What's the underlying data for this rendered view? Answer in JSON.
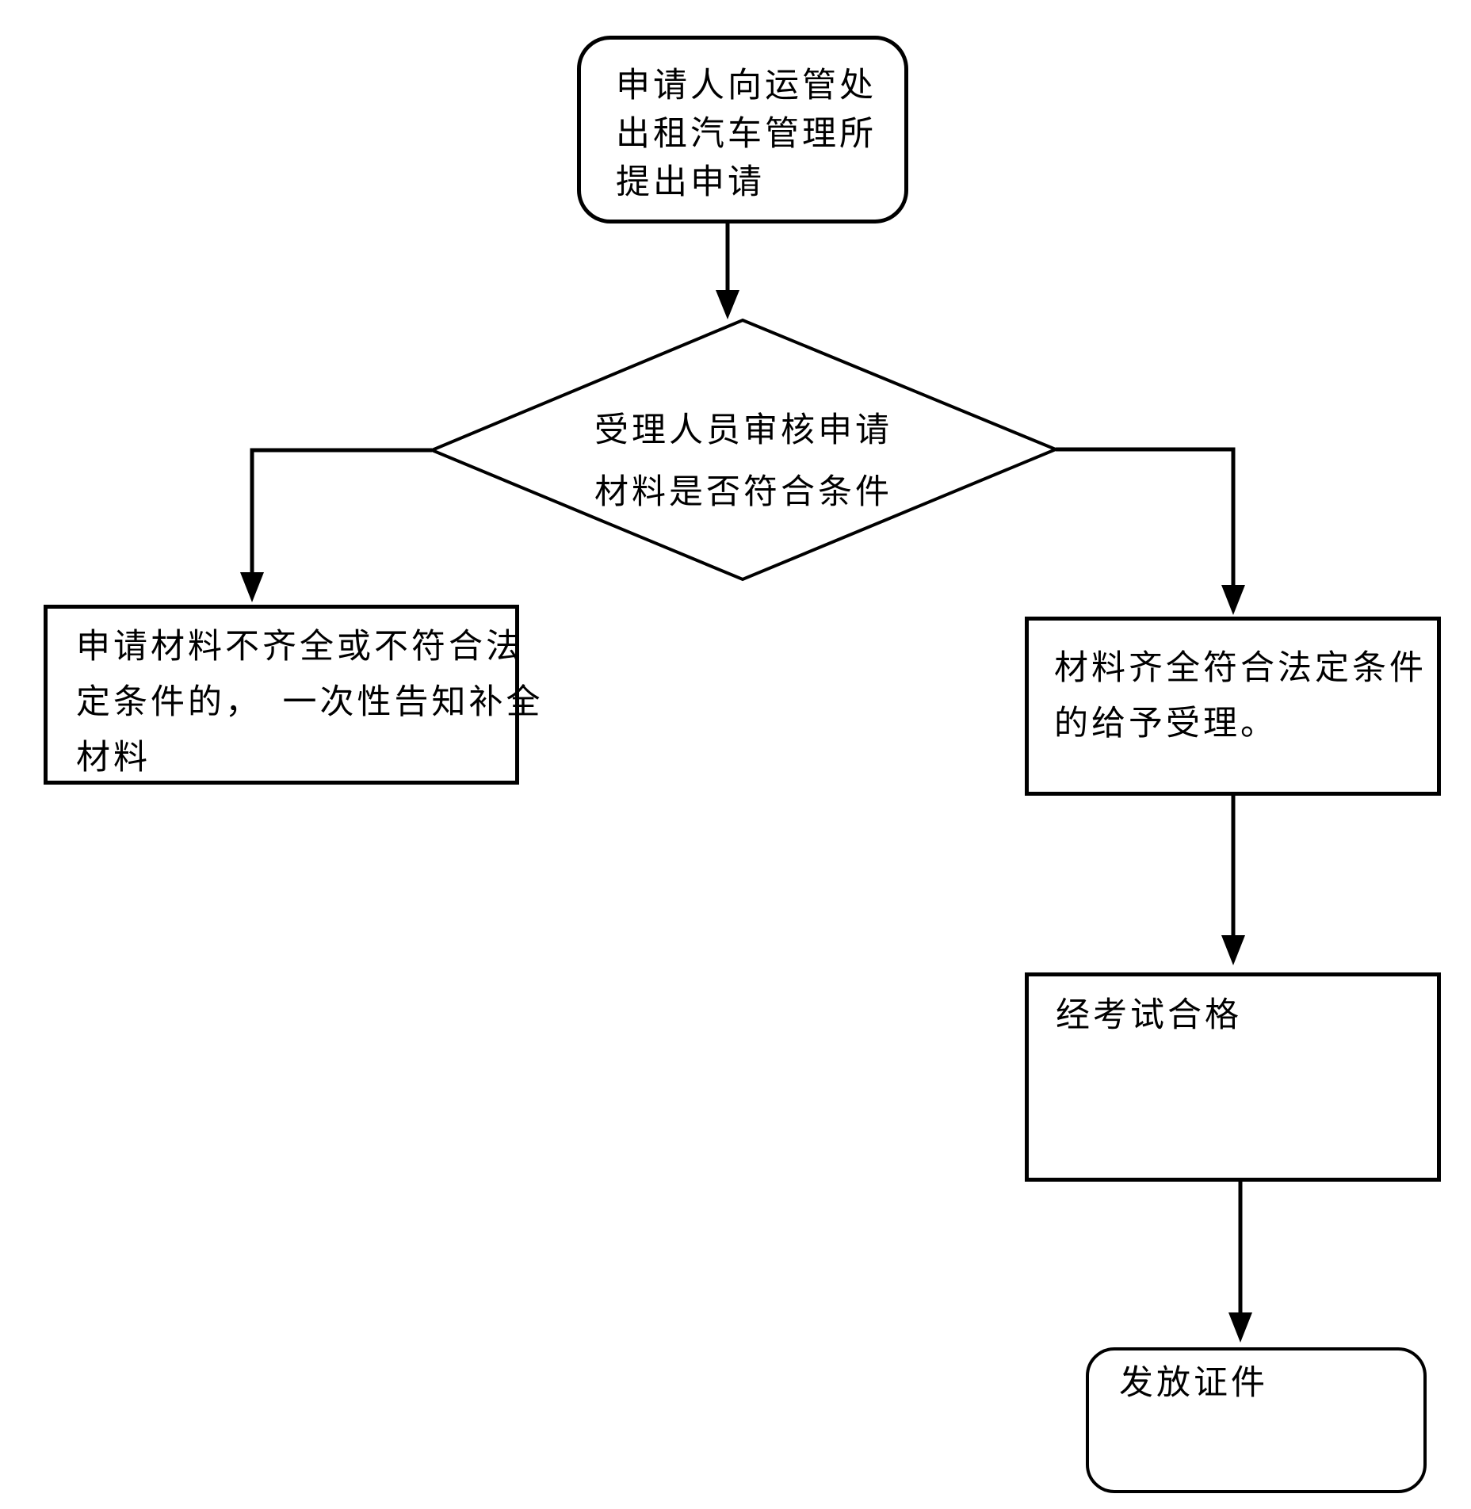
{
  "colors": {
    "background": "#ffffff",
    "line": "#000000",
    "text": "#000000"
  },
  "flowchart": {
    "start": {
      "shape": "rounded-rect",
      "lines": [
        "申请人向运管处",
        "出租汽车管理所",
        "提出申请"
      ]
    },
    "decision": {
      "shape": "diamond",
      "lines": [
        "受理人员审核申请",
        "材料是否符合条件"
      ]
    },
    "reject": {
      "shape": "rect",
      "lines": [
        "申请材料不齐全或不符合法",
        "定条件的，　一次性告知补全",
        "材料"
      ]
    },
    "accept": {
      "shape": "rect",
      "lines": [
        "材料齐全符合法定条件",
        "的给予受理。"
      ]
    },
    "exam": {
      "shape": "rect",
      "lines": [
        "经考试合格"
      ]
    },
    "issue": {
      "shape": "rounded-rect",
      "lines": [
        "发放证件"
      ]
    }
  }
}
